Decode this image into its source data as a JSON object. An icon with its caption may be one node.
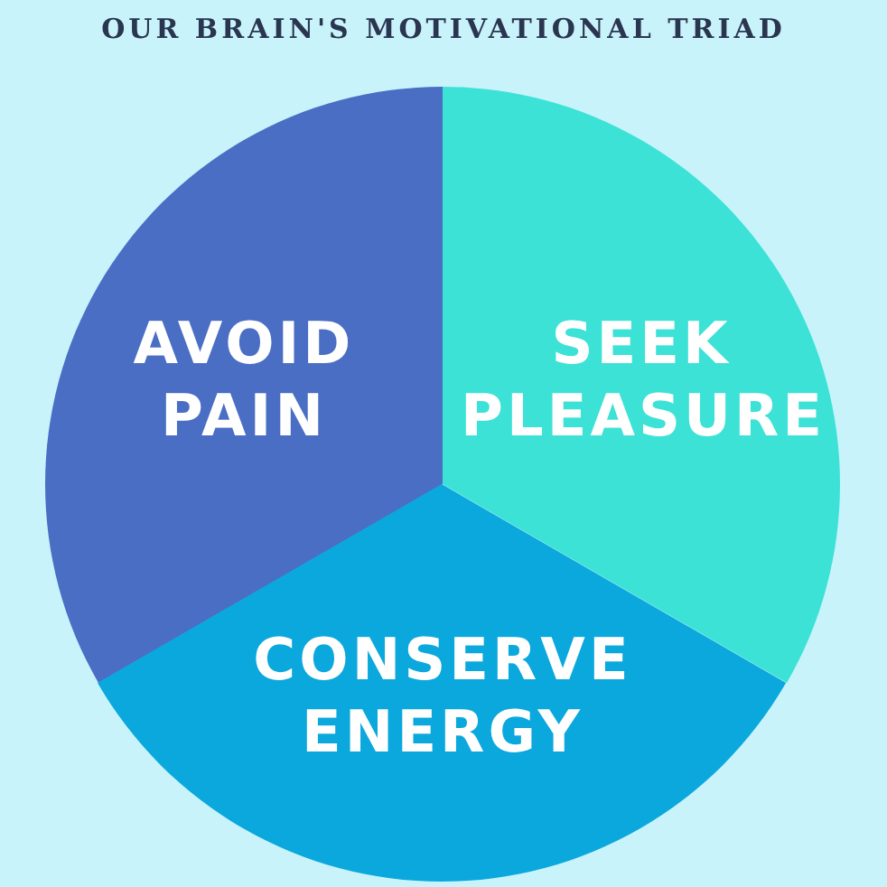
{
  "diagram": {
    "title": "OUR BRAIN'S MOTIVATIONAL TRIAD",
    "nodes": [
      {
        "text": [
          "AVOID PAIN"
        ]
      },
      {
        "text": [
          "SEEK PLEASURE"
        ]
      },
      {
        "text": [
          "CONSERVE ENERGY"
        ]
      }
    ]
  }
}
